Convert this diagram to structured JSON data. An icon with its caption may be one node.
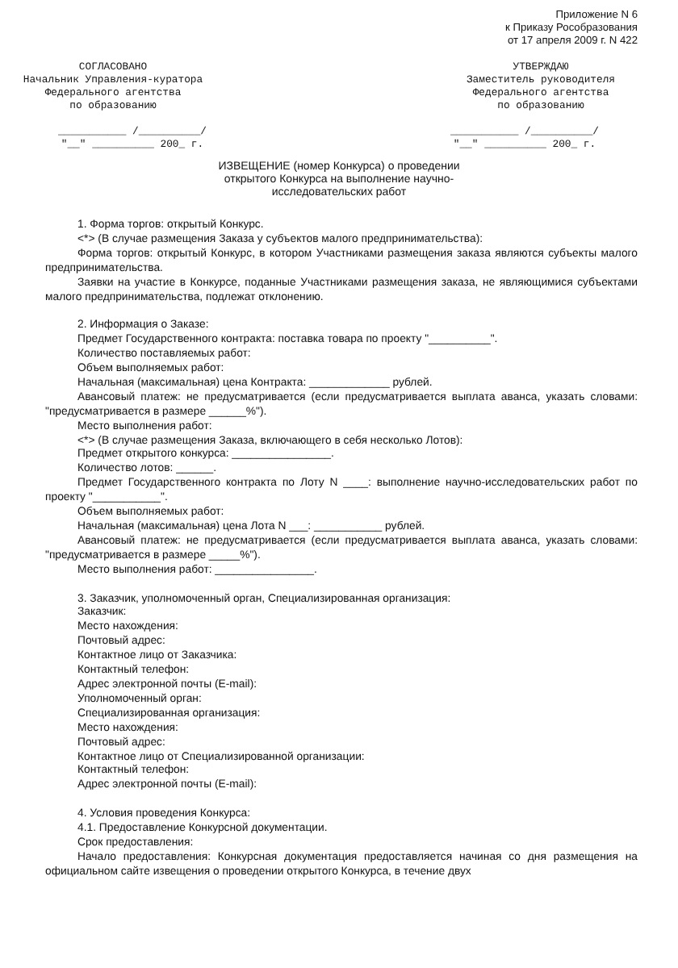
{
  "diagram": {
    "title": "ИЗВЕЩЕНИЕ (номер Конкурса) о проведении открытого Конкурса на выполнение научно-исследовательских работ",
    "labels": [
      "Приложение N 6",
      "к Приказу Рособразования",
      "от 17 апреля 2009 г. N 422",
      "СОГЛАСОВАНО",
      "Начальник Управления-куратора",
      "Федерального агентства",
      "по образованию",
      "___________ /__________/",
      "\"__\" __________ 200_ г.",
      "УТВЕРЖДАЮ",
      "Заместитель руководителя",
      "Федерального агентства",
      "по образованию",
      "___________ /__________/",
      "\"__\" __________ 200_ г.",
      "1. Форма торгов: открытый Конкурс.",
      "<*> (В случае размещения Заказа у субъектов малого предпринимательства):",
      "Форма торгов: открытый Конкурс, в котором Участниками размещения заказа являются субъекты малого предпринимательства.",
      "Заявки на участие в Конкурсе, поданные Участниками размещения заказа, не являющимися субъектами малого предпринимательства, подлежат отклонению.",
      "2. Информация о Заказе:",
      "Предмет Государственного контракта: поставка товара по проекту \"__________\".",
      "Количество поставляемых работ:",
      "Объем выполняемых работ:",
      "Начальная (максимальная) цена Контракта: _____________ рублей.",
      "Авансовый платеж: не предусматривается (если предусматривается выплата аванса, указать словами: \"предусматривается в размере ______%\").",
      "Место выполнения работ:",
      "<*> (В случае размещения Заказа, включающего в себя несколько Лотов):",
      "Предмет открытого конкурса: ________________.",
      "Количество лотов: ______.",
      "Предмет Государственного контракта по Лоту N ____: выполнение научно-исследовательских работ по проекту \"___________\".",
      "Объем выполняемых работ:",
      "Начальная (максимальная) цена Лота N ___: ___________ рублей.",
      "Авансовый платеж: не предусматривается (если предусматривается выплата аванса, указать словами: \"предусматривается в размере _____%\").",
      "Место выполнения работ: ________________.",
      "3. Заказчик, уполномоченный орган, Специализированная организация:",
      "Заказчик:",
      "Место нахождения:",
      "Почтовый адрес:",
      "Контактное лицо от Заказчика:",
      "Контактный телефон:",
      "Адрес электронной почты (E-mail):",
      "Уполномоченный орган:",
      "Специализированная организация:",
      "Место нахождения:",
      "Почтовый адрес:",
      "Контактное лицо от Специализированной организации:",
      "Контактный телефон:",
      "Адрес электронной почты (E-mail):",
      "4. Условия проведения Конкурса:",
      "4.1. Предоставление Конкурсной документации.",
      "Срок предоставления:",
      "Начало предоставления: Конкурсная документация предоставляется начиная со дня размещения на официальном сайте извещения о проведении открытого Конкурса, в течение двух"
    ]
  }
}
